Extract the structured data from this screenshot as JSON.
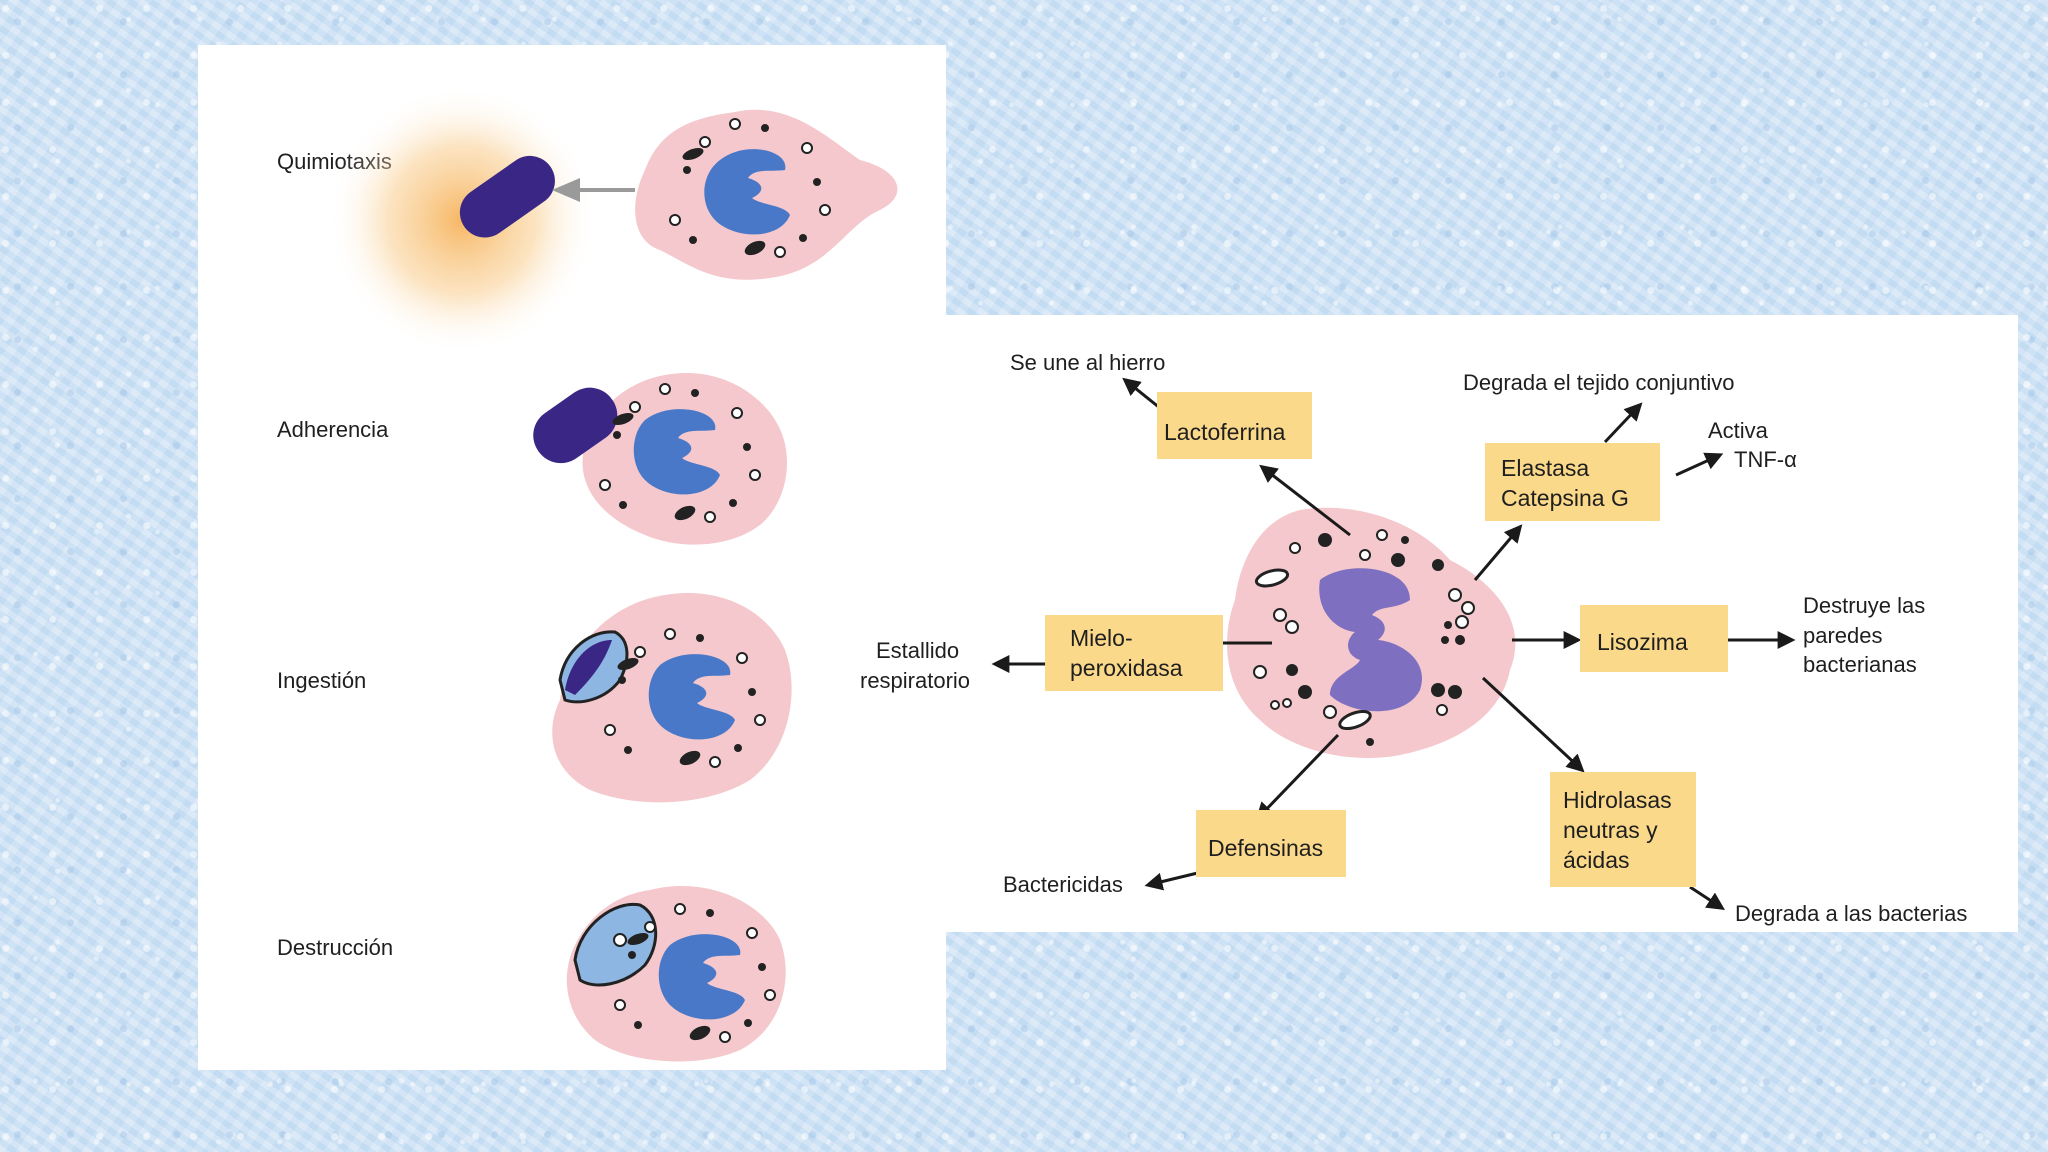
{
  "stages": [
    {
      "id": "quimiotaxis",
      "label": "Quimiotaxis"
    },
    {
      "id": "adherencia",
      "label": "Adherencia"
    },
    {
      "id": "ingestion",
      "label": "Ingestión"
    },
    {
      "id": "destruccion",
      "label": "Destrucción"
    }
  ],
  "effectors": {
    "lactoferrina": {
      "box": [
        "Lactoferrina"
      ],
      "effect": [
        "Se une al hierro"
      ]
    },
    "elastasa": {
      "box": [
        "Elastasa",
        "Catepsina G"
      ],
      "effect": [
        "Degrada el tejido conjuntivo"
      ],
      "effect2": [
        "Activa",
        "TNF-α"
      ]
    },
    "lisozima": {
      "box": [
        "Lisozima"
      ],
      "effect": [
        "Destruye las",
        "paredes",
        "bacterianas"
      ]
    },
    "hidrolasas": {
      "box": [
        "Hidrolasas",
        "neutras y",
        "ácidas"
      ],
      "effect": [
        "Degrada a las bacterias"
      ]
    },
    "defensinas": {
      "box": [
        "Defensinas"
      ],
      "effect": [
        "Bactericidas"
      ]
    },
    "mieloperoxidasa": {
      "box": [
        "Mielo-",
        "peroxidasa"
      ],
      "effect": [
        "Estallido",
        "respiratorio"
      ]
    }
  },
  "colors": {
    "cell_body": "#f4c8cc",
    "nucleus": "#4a78c8",
    "nucleus_right": "#7f6fc0",
    "bacterium": "#3a2785",
    "box_fill": "#fbd98a",
    "chemo_glow": "#f6b35c",
    "arrow": "#1a1a1a"
  }
}
